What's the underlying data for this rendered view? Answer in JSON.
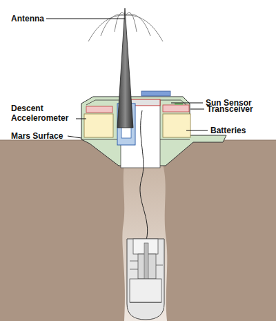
{
  "diagram": {
    "labels": [
      "Antenna",
      "Sun Sensor",
      "Descent Accelerometer",
      "Transceiver",
      "Mars Surface",
      "Batteries"
    ]
  }
}
